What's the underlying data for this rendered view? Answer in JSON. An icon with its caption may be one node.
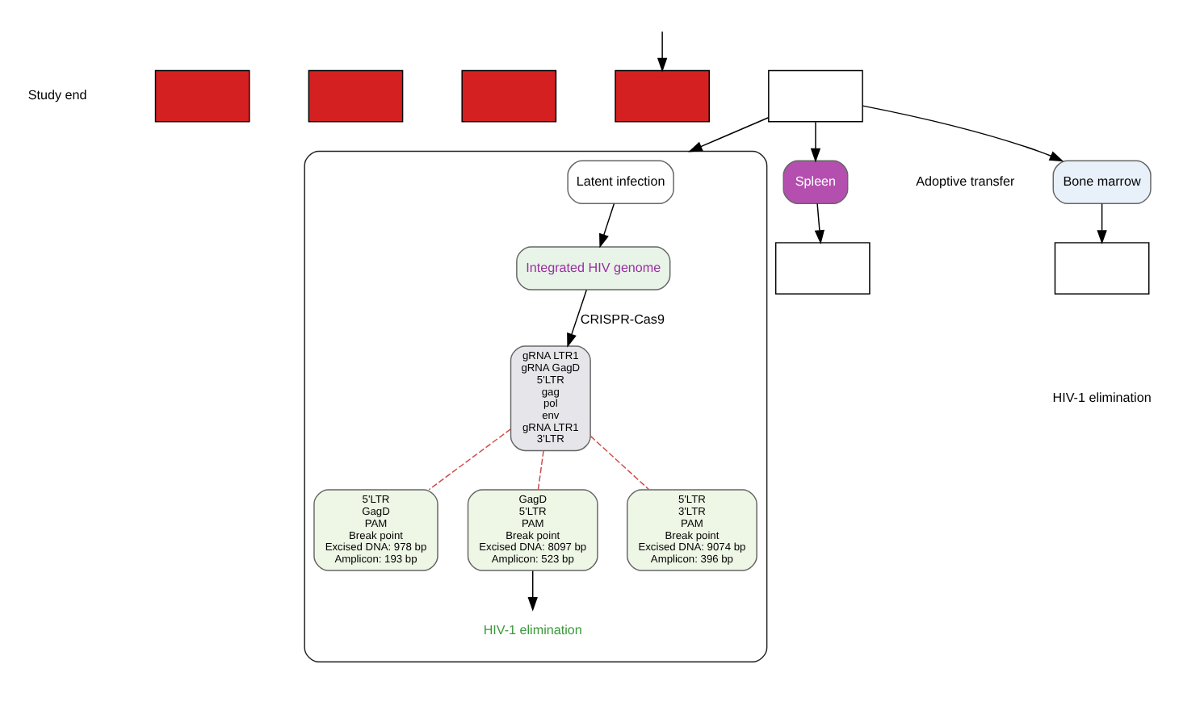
{
  "diagram": {
    "nodes": [
      {
        "text": [],
        "shape": "box"
      },
      {
        "text": [],
        "shape": "box"
      },
      {
        "text": [],
        "shape": "box"
      },
      {
        "text": [],
        "shape": "box"
      },
      {
        "text": [],
        "shape": "box"
      },
      {
        "text": [],
        "shape": "ellipse"
      },
      {
        "text": [
          "Latent infection"
        ],
        "in": 5
      },
      {
        "text": [
          "Integrated HIV genome"
        ],
        "in": 5
      },
      {
        "text": [
          "gRNA LTR1",
          "gRNA GagD",
          "5'LTR",
          "gag",
          "pol",
          "env",
          "gRNA LTR1",
          "3'LTR"
        ],
        "in": 5
      },
      {
        "text": [
          "5'LTR",
          "GagD",
          "PAM",
          "Break point",
          "Excised DNA: 978 bp",
          "Amplicon: 193 bp"
        ],
        "in": 5
      },
      {
        "text": [
          "GagD",
          "5'LTR",
          "PAM",
          "Break point",
          "Excised DNA: 8097 bp",
          "Amplicon: 523 bp"
        ],
        "in": 5
      },
      {
        "text": [
          "5'LTR",
          "3'LTR",
          "PAM",
          "Break point",
          "Excised DNA: 9074 bp",
          "Amplicon: 396 bp"
        ],
        "in": 5
      },
      {
        "text": [
          "HIV-1 elimination"
        ],
        "in": 5
      },
      {
        "text": [
          "Spleen"
        ]
      },
      {
        "text": [
          "Bone marrow"
        ]
      },
      {
        "text": [],
        "shape": "box"
      },
      {
        "text": [],
        "shape": "box"
      }
    ],
    "edges": [
      {
        "from": null,
        "to": 3,
        "arrow": "to"
      },
      {
        "from": 4,
        "to": 5,
        "arrow": "to"
      },
      {
        "from": 4,
        "to": 13,
        "arrow": "to"
      },
      {
        "from": 4,
        "to": 14,
        "arrow": "to"
      },
      {
        "from": 6,
        "to": 7,
        "arrow": "to"
      },
      {
        "from": 7,
        "to": 8,
        "arrow": "to",
        "label": "CRISPR-Cas9"
      },
      {
        "from": 8,
        "to": 9,
        "arrow": "none",
        "style": "dashed",
        "color": "#d04848"
      },
      {
        "from": 8,
        "to": 10,
        "arrow": "none",
        "style": "dashed",
        "color": "#d04848"
      },
      {
        "from": 8,
        "to": 11,
        "arrow": "none",
        "style": "dashed",
        "color": "#d04848"
      },
      {
        "from": 10,
        "to": 12,
        "arrow": "to"
      },
      {
        "from": 13,
        "to": 15,
        "arrow": "to"
      },
      {
        "from": 14,
        "to": 16,
        "arrow": "to"
      }
    ],
    "labels": [
      "Study end",
      "Adoptive transfer",
      "HIV-1 elimination"
    ]
  }
}
